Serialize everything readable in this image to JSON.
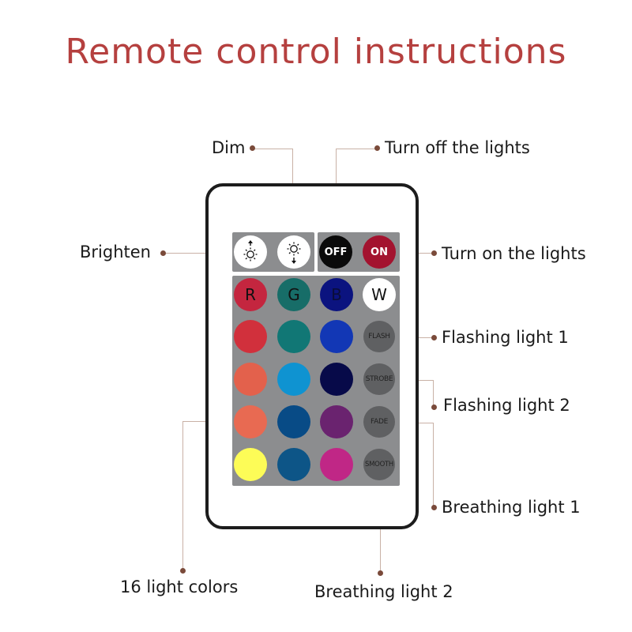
{
  "title": "Remote control instructions",
  "labels": {
    "dim": "Dim",
    "turn_off": "Turn off the lights",
    "brighten": "Brighten",
    "turn_on": "Turn on the lights",
    "flashing1": "Flashing light 1",
    "flashing2": "Flashing light 2",
    "breathing1": "Breathing light 1",
    "colors16": "16 light colors",
    "breathing2": "Breathing light 2"
  },
  "buttons": {
    "off": "OFF",
    "on": "ON",
    "r": "R",
    "g": "G",
    "b": "B",
    "w": "W",
    "flash": "FLASH",
    "strobe": "STROBE",
    "fade": "FADE",
    "smooth": "SMOOTH"
  },
  "icons": {
    "brighten": "brightness-up-icon",
    "dim": "brightness-down-icon"
  },
  "colors": {
    "title": "#b5403f",
    "off_button": "#0a0a0a",
    "on_button": "#a3132f",
    "r_button": "#c4263f",
    "g_button": "#176d68",
    "b_button": "#0b137f",
    "w_button": "#ffffff",
    "func_button": "#5f6062",
    "row1": [
      "#d1303c",
      "#117775",
      "#1237b5"
    ],
    "row2": [
      "#e3614c",
      "#0f93d1",
      "#070a49"
    ],
    "row3": [
      "#e86a52",
      "#084b86",
      "#6a236f"
    ],
    "row4": [
      "#fdfc57",
      "#0d5587",
      "#c02786"
    ]
  }
}
